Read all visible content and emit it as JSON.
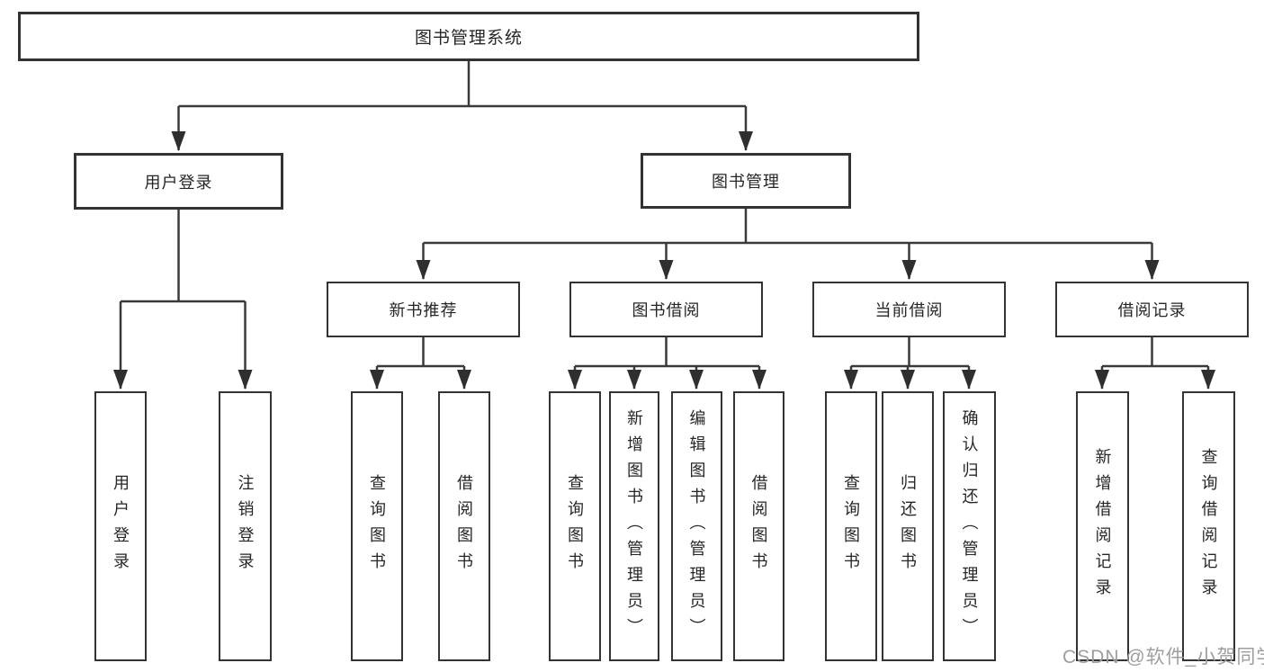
{
  "diagram": {
    "title": "图书管理系统",
    "level2": [
      {
        "label": "用户登录"
      },
      {
        "label": "图书管理"
      }
    ],
    "level3": [
      {
        "label": "新书推荐"
      },
      {
        "label": "图书借阅"
      },
      {
        "label": "当前借阅"
      },
      {
        "label": "借阅记录"
      }
    ],
    "leaves": [
      {
        "label": "用户登录"
      },
      {
        "label": "注销登录"
      },
      {
        "label": "查询图书"
      },
      {
        "label": "借阅图书"
      },
      {
        "label": "查询图书"
      },
      {
        "label": "新增图书（管理员）"
      },
      {
        "label": "编辑图书（管理员）"
      },
      {
        "label": "借阅图书"
      },
      {
        "label": "查询图书"
      },
      {
        "label": "归还图书"
      },
      {
        "label": "确认归还（管理员）"
      },
      {
        "label": "新增借阅记录"
      },
      {
        "label": "查询借阅记录"
      }
    ],
    "watermark": "CSDN @软件_小贺同学",
    "colors": {
      "line": "#3a3a3a",
      "arrow": "#2f2f2f",
      "border": "#333333",
      "text": "#262626",
      "watermark": "#9e9e9e",
      "background": "#ffffff"
    }
  }
}
